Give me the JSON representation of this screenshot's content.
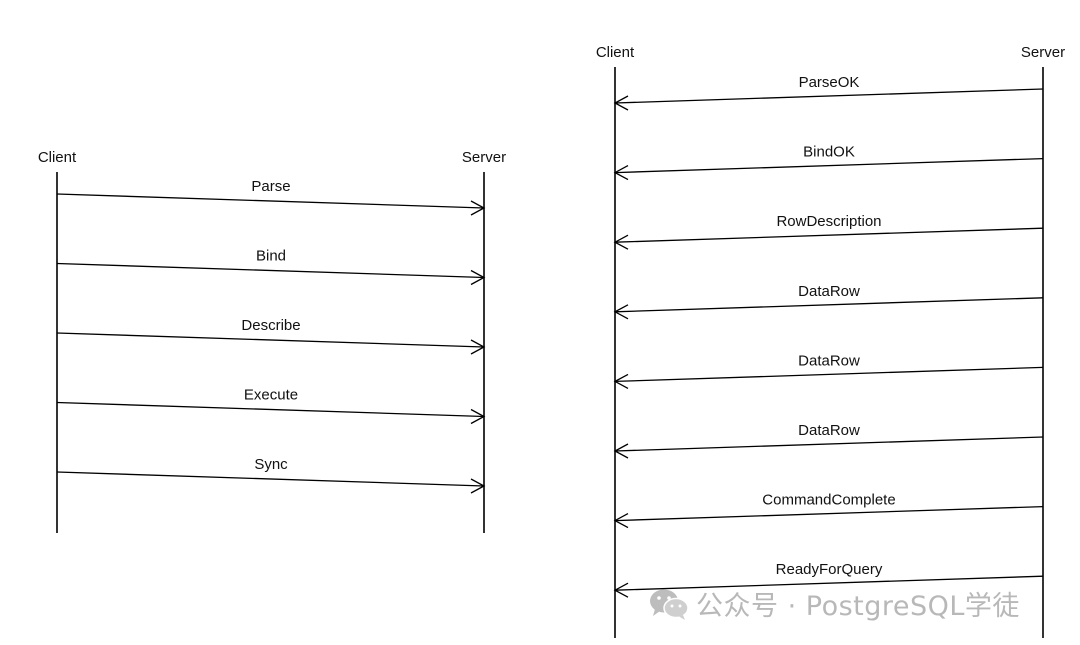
{
  "left_diagram": {
    "client_label": "Client",
    "server_label": "Server",
    "messages": [
      "Parse",
      "Bind",
      "Describe",
      "Execute",
      "Sync"
    ]
  },
  "right_diagram": {
    "client_label": "Client",
    "server_label": "Server",
    "messages": [
      "ParseOK",
      "BindOK",
      "RowDescription",
      "DataRow",
      "DataRow",
      "DataRow",
      "CommandComplete",
      "ReadyForQuery"
    ]
  },
  "watermark": {
    "text": "公众号 · PostgreSQL学徒",
    "icon": "wechat-icon"
  }
}
